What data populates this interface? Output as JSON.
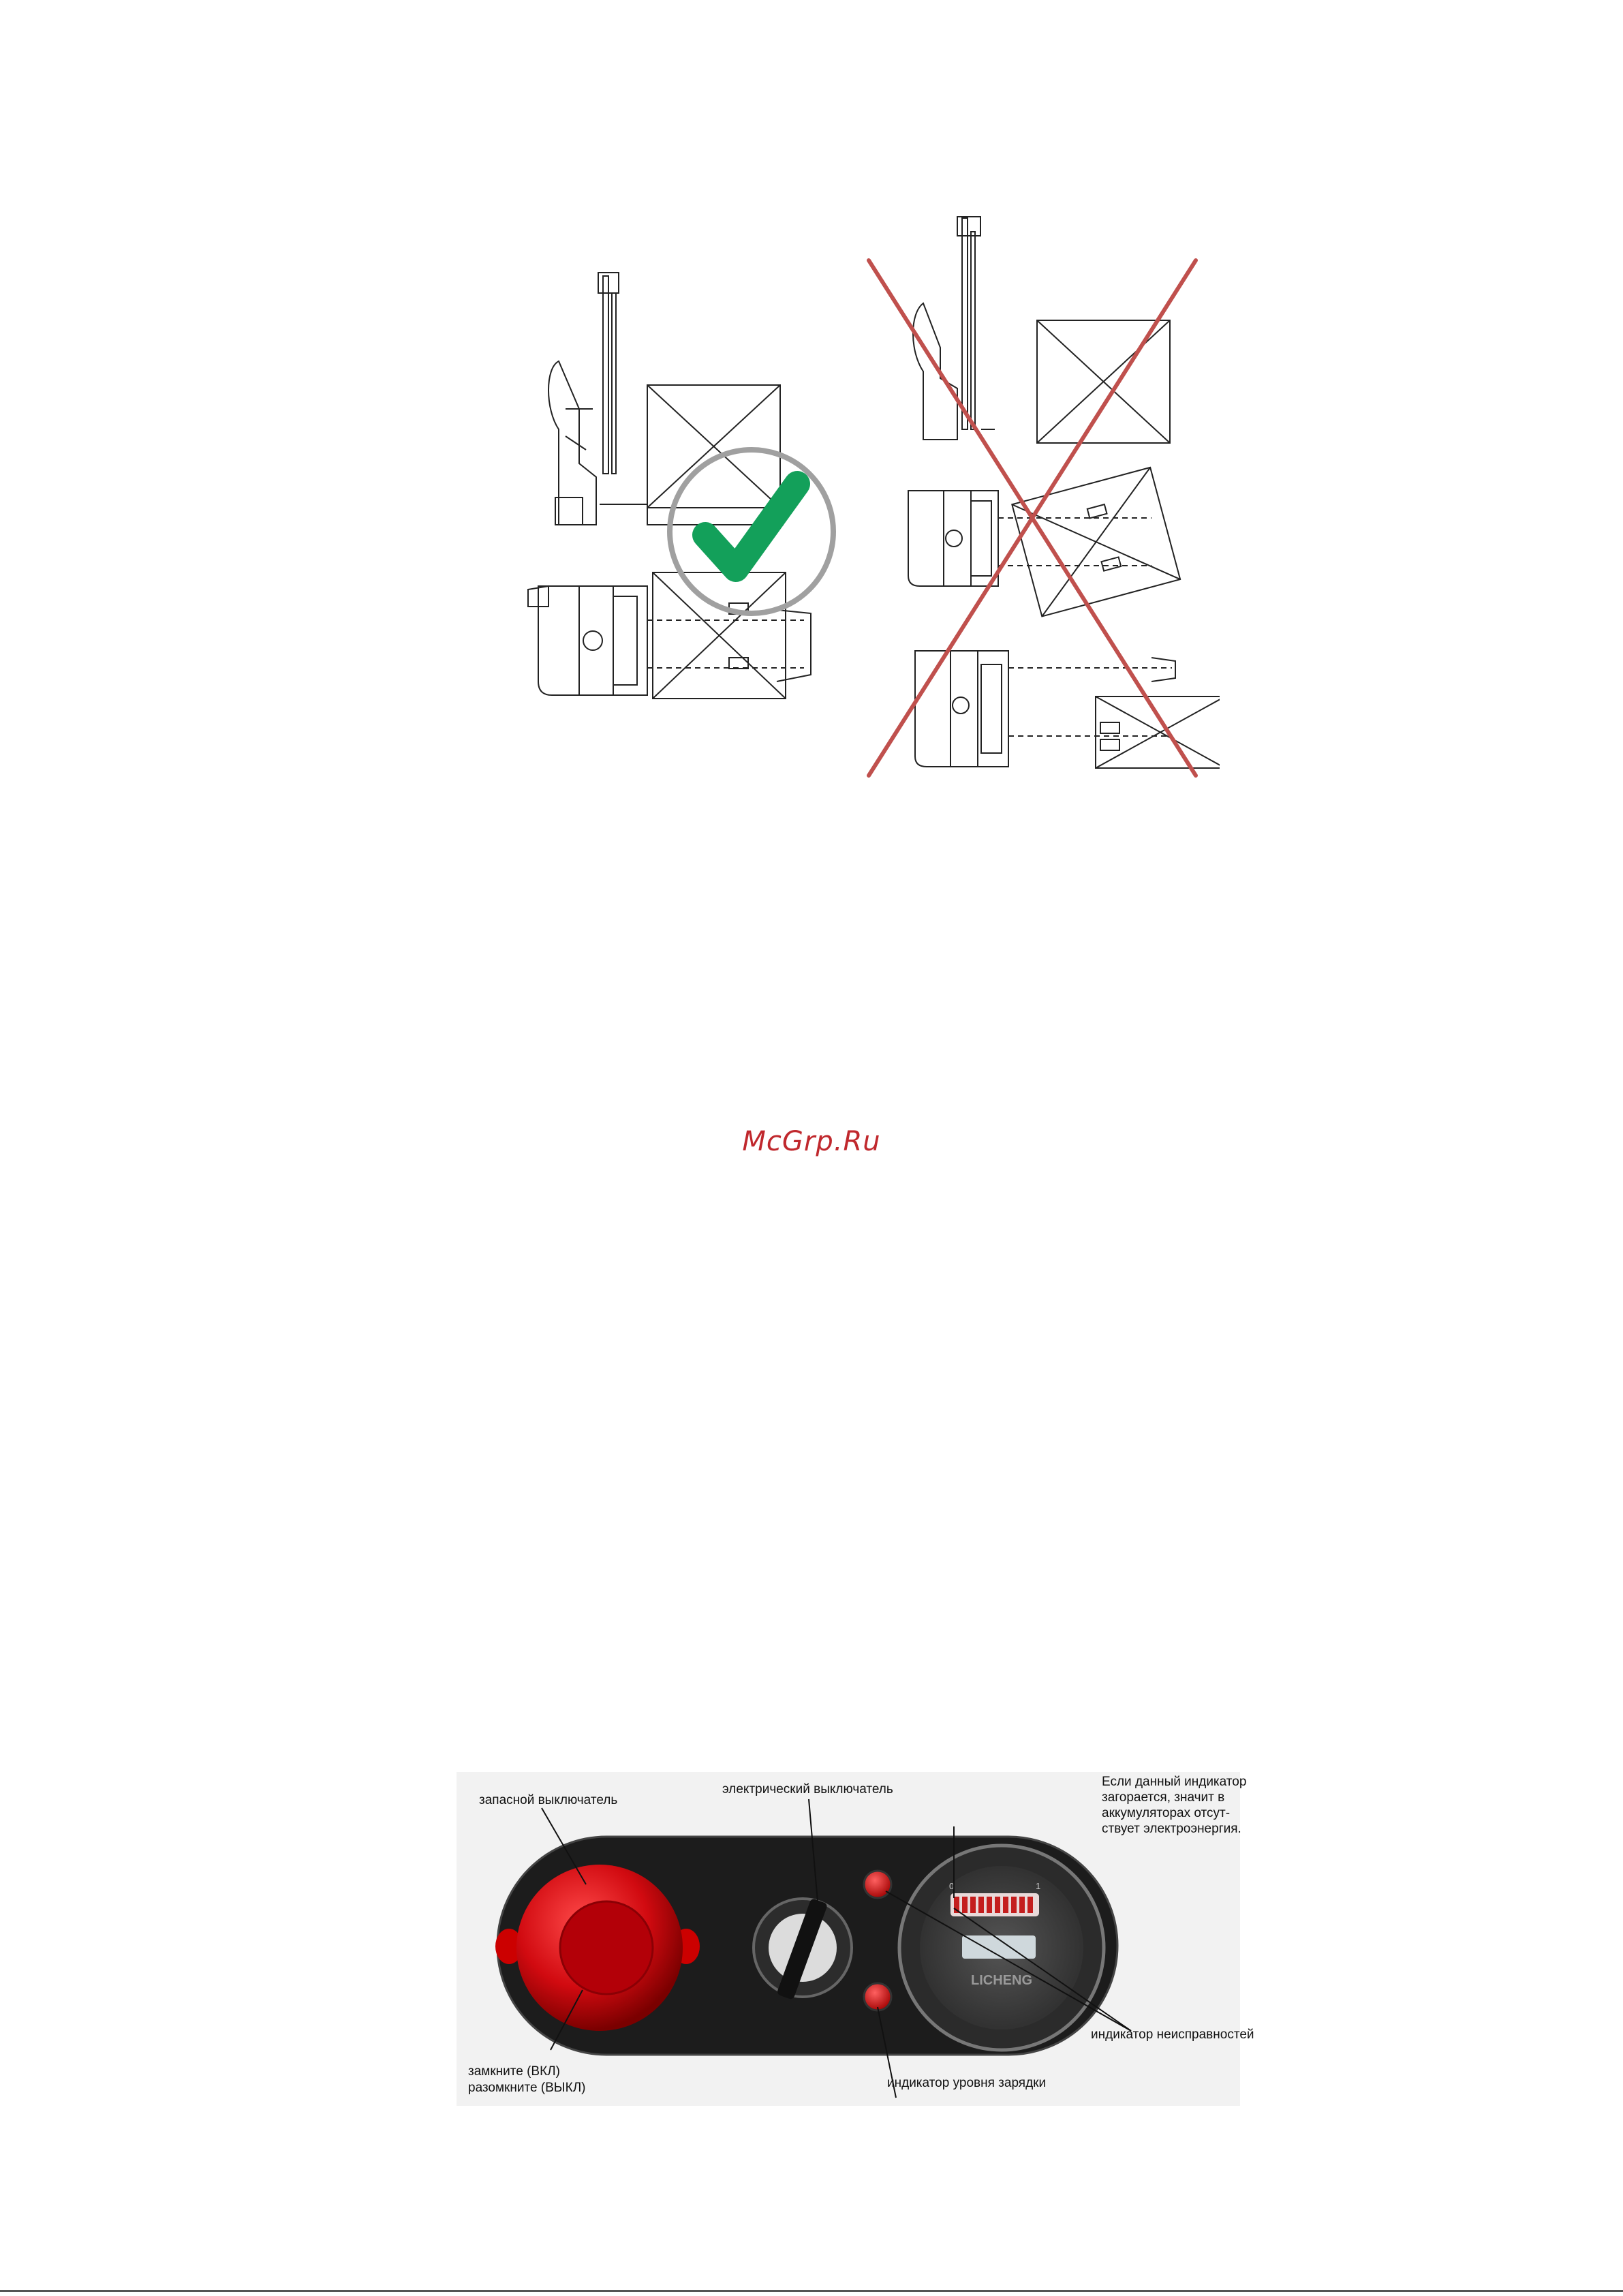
{
  "watermark": {
    "text": "McGrp.Ru",
    "color": "#c0282d"
  },
  "colors": {
    "check": "#13a05a",
    "cross": "#c0504d",
    "button": "#d10a10",
    "panel": "#1c1c1c"
  },
  "illustration_correct": {
    "icon": "check-mark-icon"
  },
  "illustration_wrong": {
    "icon": "cross-out-icon"
  },
  "control_panel": {
    "labels": {
      "spare_switch": "запасной выключатель",
      "electric_switch": "электрический выключатель",
      "battery_note_1": "Если данный индикатор",
      "battery_note_2": "загорается, значит в",
      "battery_note_3": "аккумуляторах отсут-",
      "battery_note_4": "ствует электроэнергия.",
      "close_on": "замкните (ВКЛ)",
      "open_off": "разомкните (ВЫКЛ)",
      "fault_indicator": "индикатор неисправностей",
      "charge_indicator": "индикатор уровня зарядки"
    },
    "gauge": {
      "brand": "LICHENG",
      "scale_min": "0",
      "scale_max": "1"
    }
  }
}
